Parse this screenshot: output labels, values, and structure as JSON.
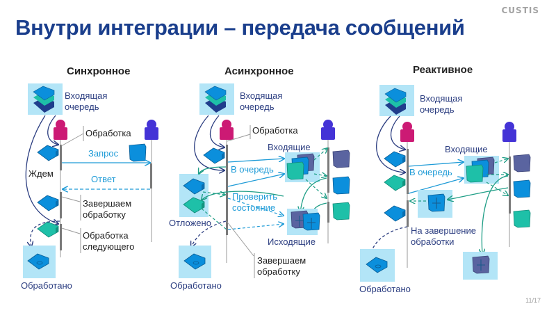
{
  "header": {
    "logo": "CUSTIS",
    "title": "Внутри интеграции – передача сообщений",
    "page_number": "11/17"
  },
  "colors": {
    "title": "#1a3e8c",
    "label_dark": "#2b3d80",
    "label_cyan": "#1e9bd7",
    "queue_bg": "#b3e5f7",
    "msg_blue": "#0b8fdc",
    "msg_teal": "#1ec0a8",
    "msg_navy": "#1f3d8c",
    "msg_slate": "#5a64a0",
    "actor_left": "#cc1a74",
    "actor_right": "#4433d6",
    "arrow_teal": "#1f9e86",
    "arrow_navy": "#2b3d80",
    "lifeline": "#8a8a8a"
  },
  "columns": {
    "sync": {
      "heading": "Синхронное",
      "incoming_queue": "Входящая\nочередь",
      "incoming_queue_l1": "Входящая",
      "incoming_queue_l2": "очередь",
      "processing": "Обработка",
      "request": "Запрос",
      "wait": "Ждем",
      "response": "Ответ",
      "finish_l1": "Завершаем",
      "finish_l2": "обработку",
      "next_l1": "Обработка",
      "next_l2": "следующего",
      "processed": "Обработано"
    },
    "async": {
      "heading": "Асинхронное",
      "incoming_queue_l1": "Входящая",
      "incoming_queue_l2": "очередь",
      "processing": "Обработка",
      "incoming": "Входящие",
      "to_queue": "В очередь",
      "check_l1": "Проверить",
      "check_l2": "состояние",
      "deferred": "Отложено",
      "outgoing": "Исходящие",
      "finish_l1": "Завершаем",
      "finish_l2": "обработку",
      "processed": "Обработано"
    },
    "reactive": {
      "heading": "Реактивное",
      "incoming_queue_l1": "Входящая",
      "incoming_queue_l2": "очередь",
      "incoming": "Входящие",
      "to_queue": "В очередь",
      "on_finish_l1": "На завершение",
      "on_finish_l2": "обработки",
      "processed": "Обработано"
    }
  }
}
